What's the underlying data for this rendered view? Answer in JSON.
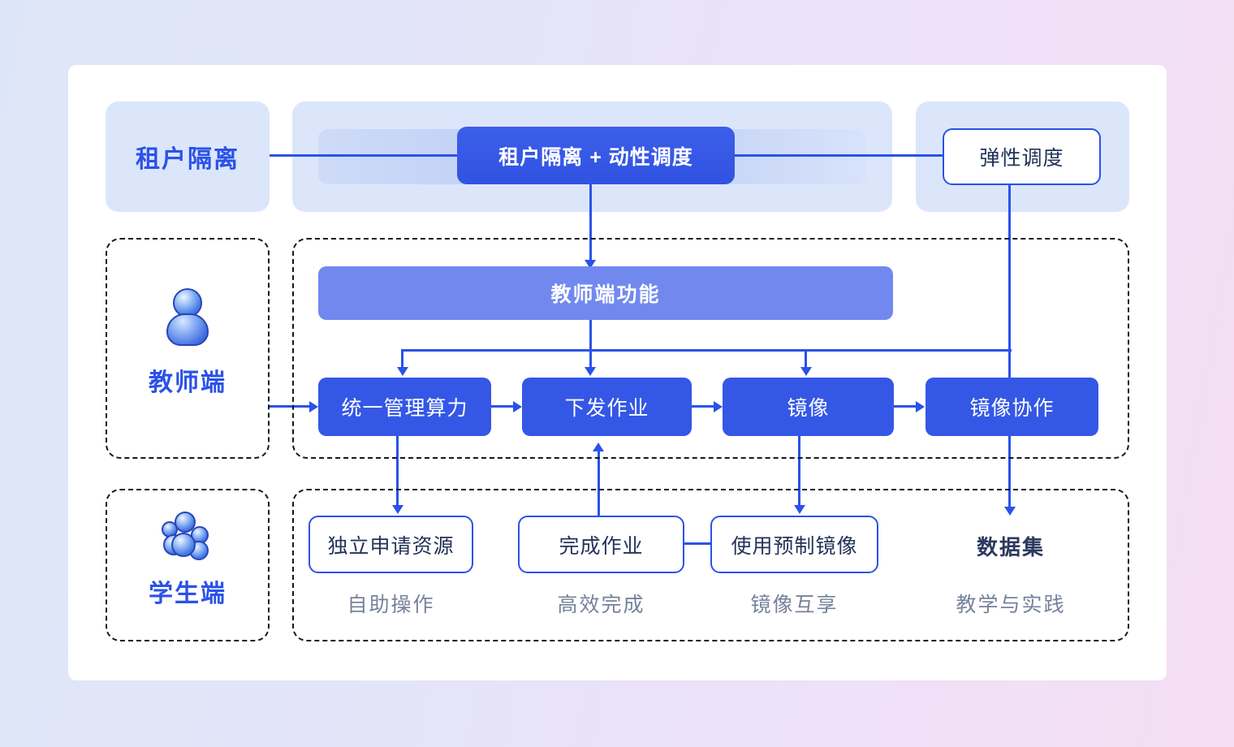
{
  "top": {
    "tenant_label": "租户隔离",
    "main_pill": "租户隔离 + 动性调度",
    "elastic": "弹性调度"
  },
  "teacher": {
    "label": "教师端",
    "bar": "教师端功能",
    "nodes": [
      "统一管理算力",
      "下发作业",
      "镜像",
      "镜像协作"
    ]
  },
  "student": {
    "label": "学生端",
    "nodes": [
      "独立申请资源",
      "完成作业",
      "使用预制镜像"
    ],
    "dataset": "数据集",
    "captions": [
      "自助操作",
      "高效完成",
      "镜像互享",
      "教学与实践"
    ]
  },
  "icons": {
    "teacher": "person-icon",
    "student": "group-icon"
  },
  "colors": {
    "accent_blue": "#3457e6",
    "line_blue": "#2b52e8",
    "bar_blue": "#7189ef",
    "panel_blue": "#dce6fb",
    "text_navy": "#233358",
    "caption_gray": "#76829b"
  }
}
